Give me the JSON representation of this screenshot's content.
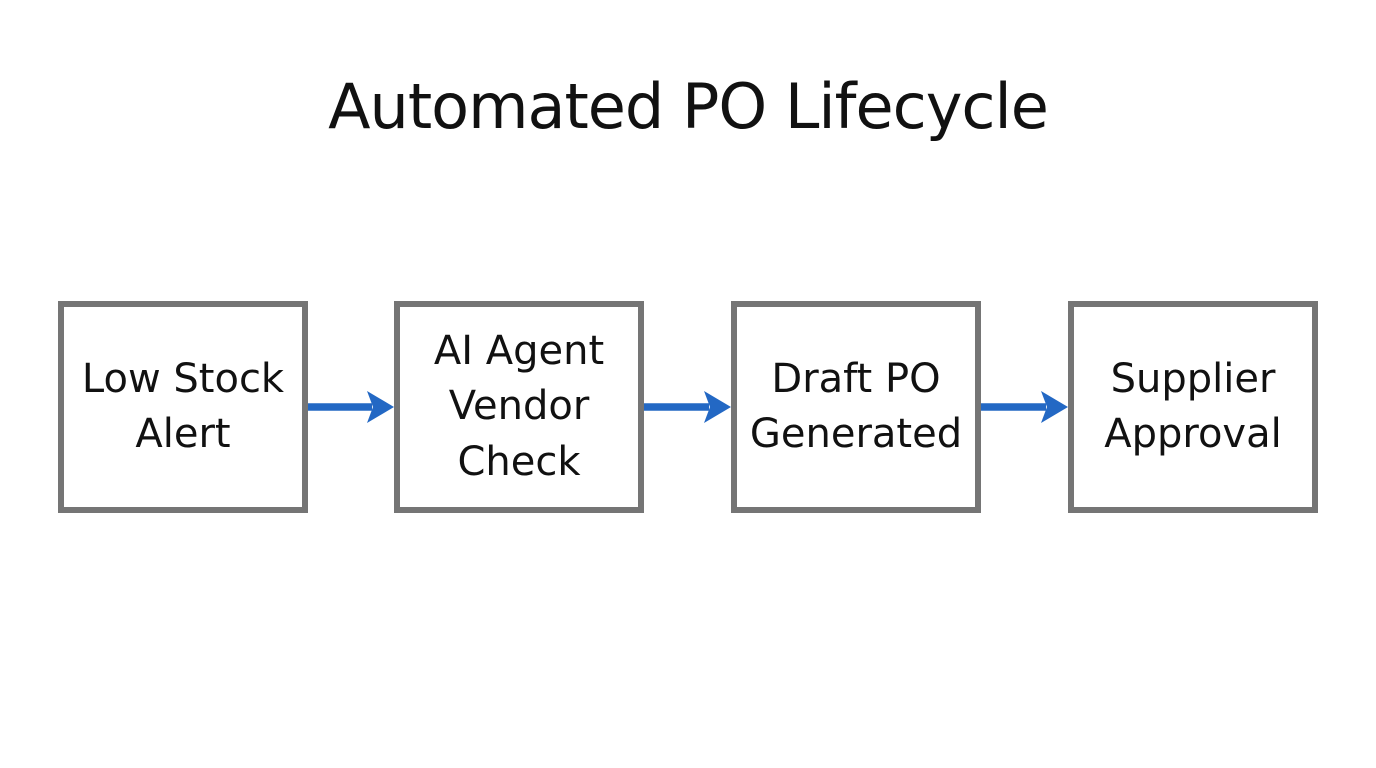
{
  "title": "Automated PO Lifecycle",
  "flow": {
    "steps": [
      {
        "label": "Low Stock\nAlert"
      },
      {
        "label": "AI Agent\nVendor\nCheck"
      },
      {
        "label": "Draft PO\nGenerated"
      },
      {
        "label": "Supplier\nApproval"
      }
    ],
    "connector_count": 3,
    "connector_direction": "right"
  },
  "colors": {
    "background": "#ffffff",
    "box_fill": "#ffffff",
    "box_border": "#757575",
    "text": "#111111",
    "arrow": "#2368c4"
  }
}
